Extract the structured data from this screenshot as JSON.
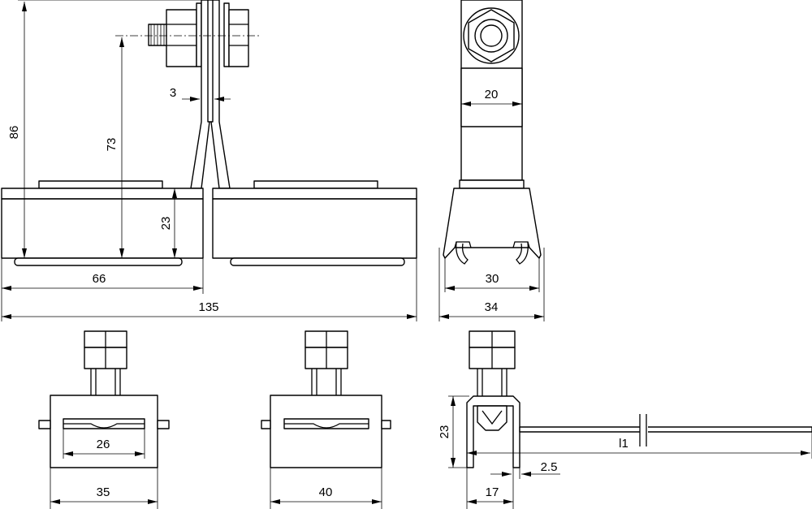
{
  "drawing": {
    "front_view": {
      "dim_height_total": "86",
      "dim_height_axis": "73",
      "dim_clamp_height": "23",
      "dim_plate_thickness": "3",
      "dim_half_length": "66",
      "dim_total_length": "135"
    },
    "side_view": {
      "dim_strap_width": "20",
      "dim_inner_width": "30",
      "dim_outer_width": "34"
    },
    "bottom_views": {
      "variant_a_inner": "26",
      "variant_a_outer": "35",
      "variant_b_outer": "40",
      "variant_c_height": "23",
      "variant_c_width": "17",
      "variant_c_thickness": "2.5",
      "variant_c_length": "l1"
    }
  }
}
